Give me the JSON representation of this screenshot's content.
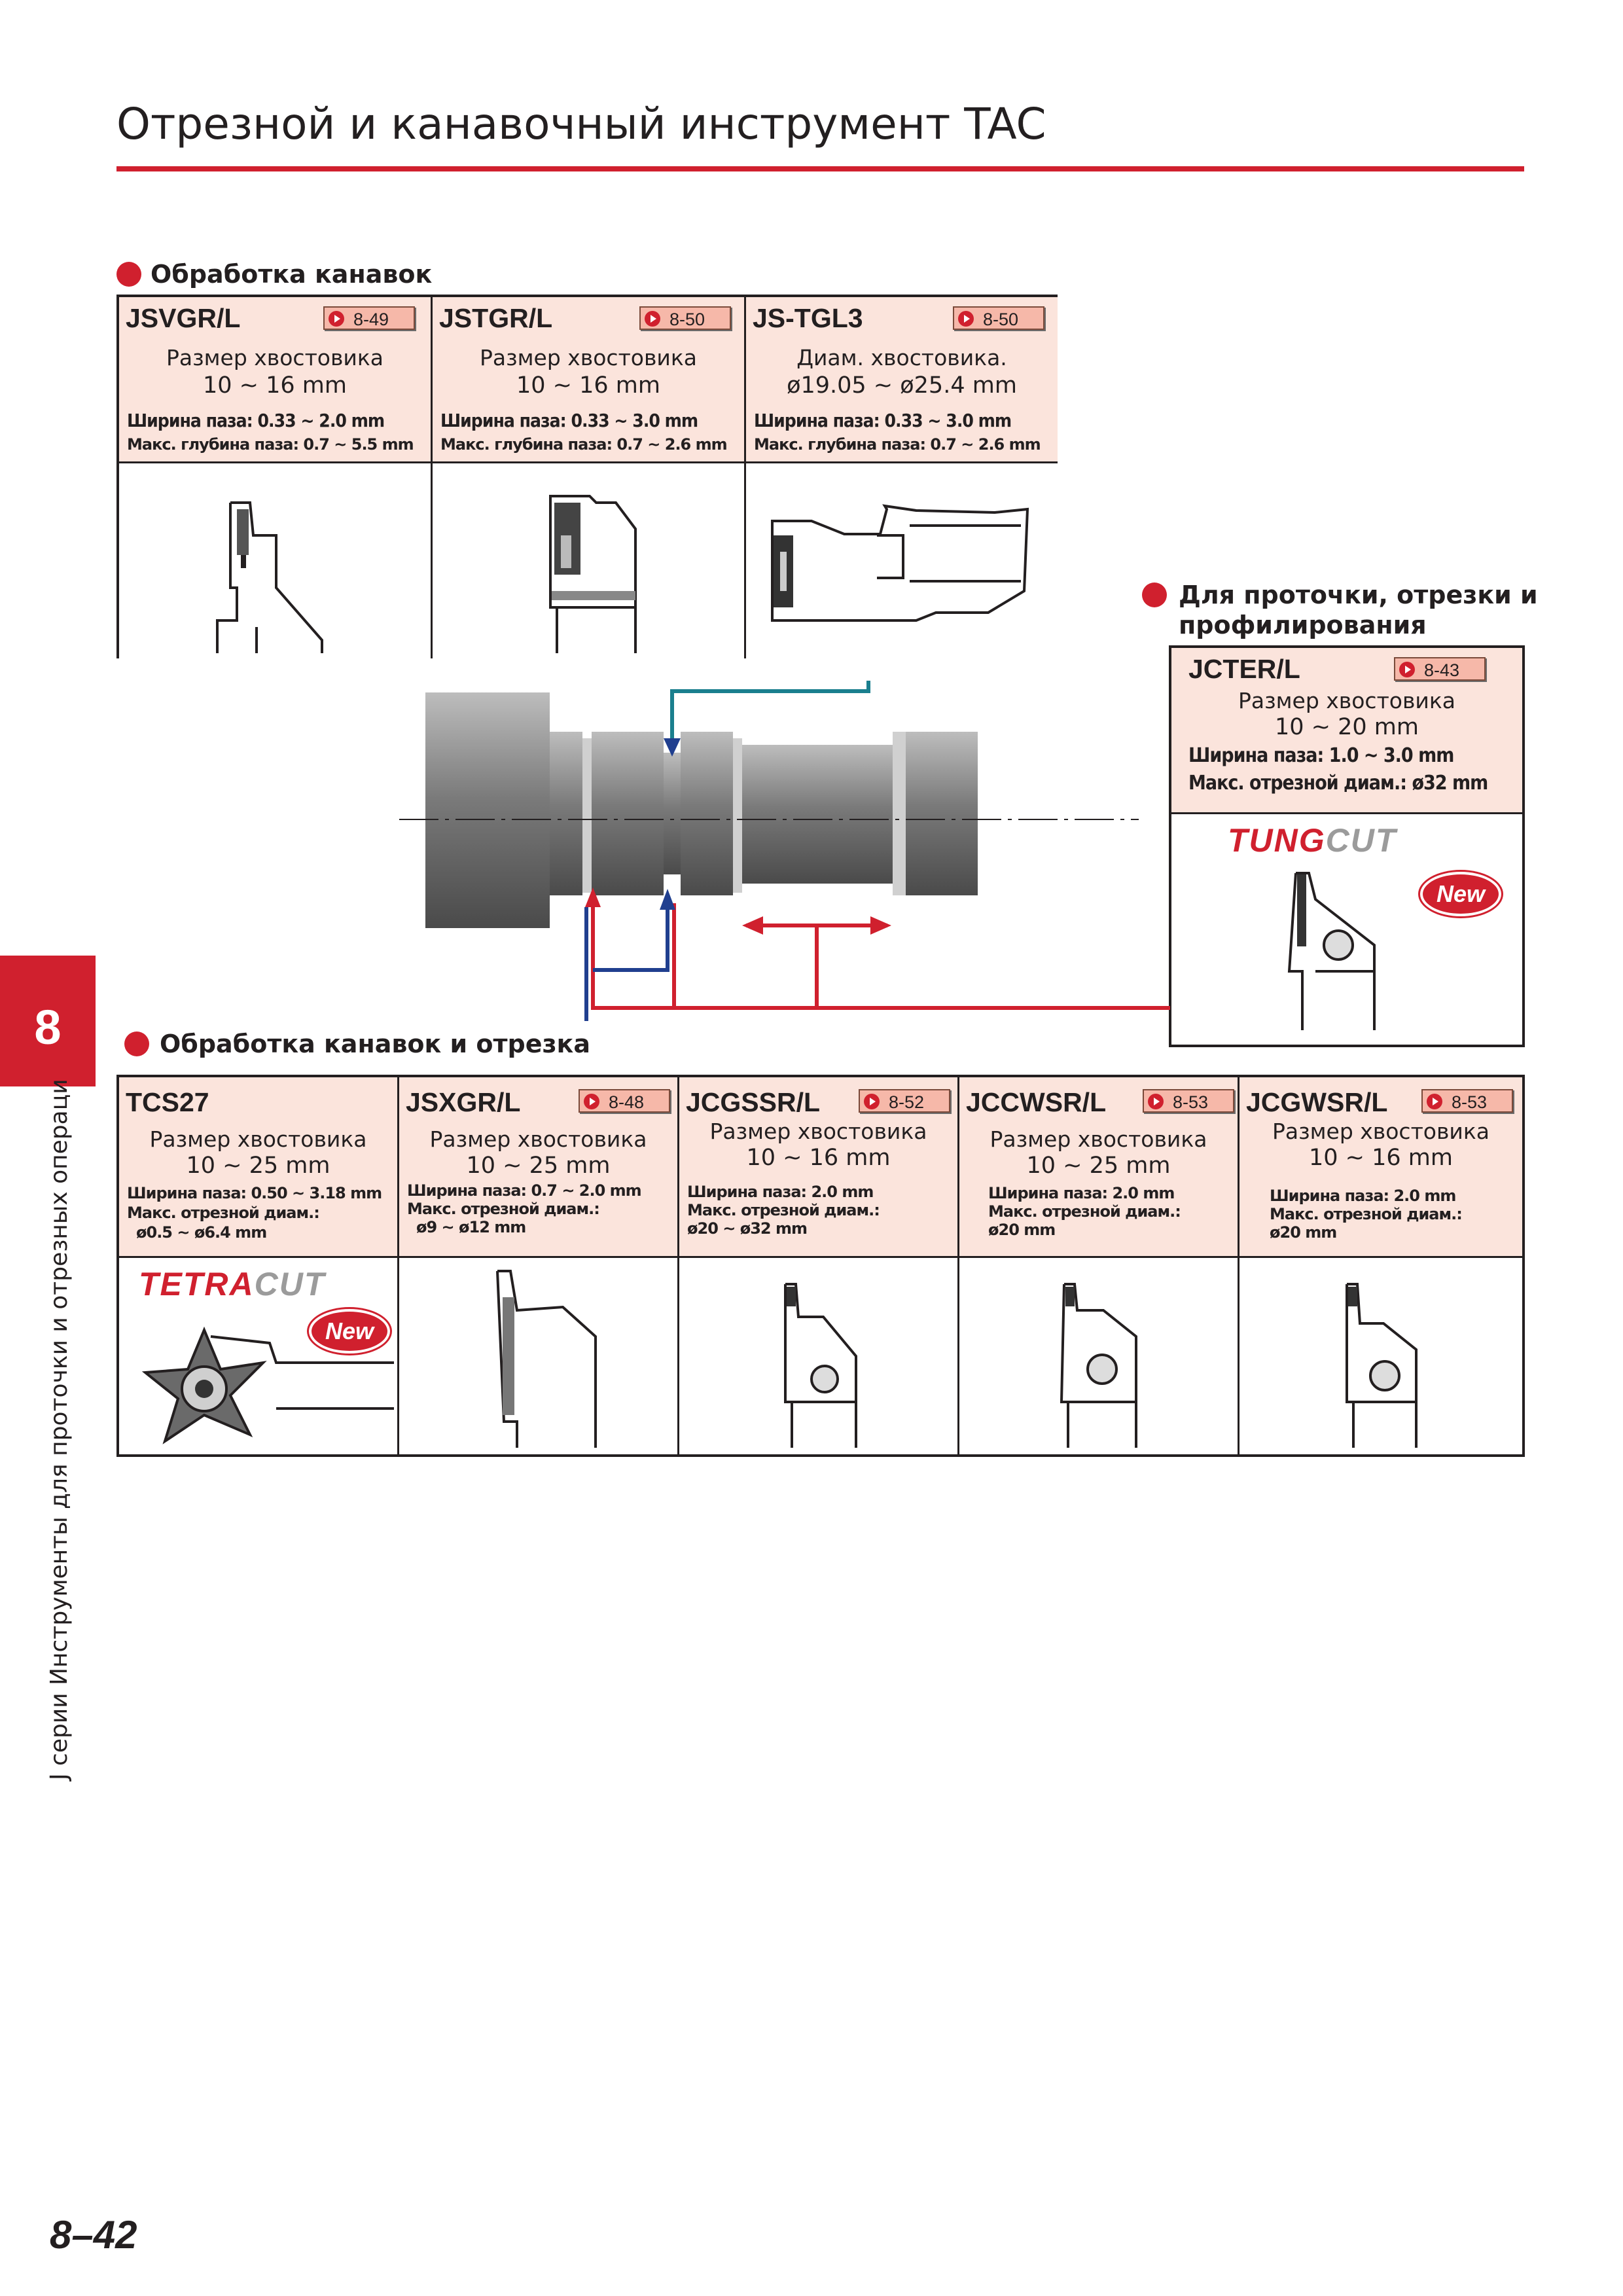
{
  "header": {
    "title": "Отрезной и канавочный инструмент TAC"
  },
  "sections": {
    "grooving": "Обработка канавок",
    "turning": "Для проточки, отрезки и",
    "turning_2": "профилирования",
    "grooving_cutoff": "Обработка канавок и отрезка"
  },
  "top_cards": [
    {
      "code": "JSVGR/L",
      "page": "8-49",
      "label": "Размер хвостовика",
      "value": "10 ~ 16 mm",
      "spec1": "Ширина паза: 0.33 ~ 2.0 mm",
      "spec2": "Макс. глубина паза: 0.7 ~ 5.5 mm"
    },
    {
      "code": "JSTGR/L",
      "page": "8-50",
      "label": "Размер хвостовика",
      "value": "10 ~ 16 mm",
      "spec1": "Ширина паза: 0.33 ~ 3.0 mm",
      "spec2": "Макс. глубина паза: 0.7 ~ 2.6 mm"
    },
    {
      "code": "JS-TGL3",
      "page": "8-50",
      "label": "Диам. хвостовика.",
      "value": "ø19.05 ~ ø25.4 mm",
      "spec1": "Ширина паза: 0.33 ~ 3.0 mm",
      "spec2": "Макс. глубина паза: 0.7 ~ 2.6 mm"
    }
  ],
  "right_card": {
    "code": "JCTER/L",
    "page": "8-43",
    "label": "Размер хвостовика",
    "value": "10 ~ 20 mm",
    "spec1": "Ширина паза: 1.0 ~ 3.0 mm",
    "spec2": "Макс. отрезной диам.: ø32 mm",
    "brand_a": "TUNG",
    "brand_b": "CUT",
    "badge": "New"
  },
  "bottom_cards": [
    {
      "code": "TCS27",
      "page": "",
      "label": "Размер хвостовика",
      "value": "10 ~ 25 mm",
      "spec1": "Ширина паза: 0.50 ~ 3.18 mm",
      "spec2": "Макс. отрезной диам.:",
      "spec3": "ø0.5 ~ ø6.4 mm",
      "brand_a": "TETRA",
      "brand_b": "CUT",
      "badge": "New"
    },
    {
      "code": "JSXGR/L",
      "page": "8-48",
      "label": "Размер хвостовика",
      "value": "10 ~ 25 mm",
      "spec1": "Ширина паза: 0.7 ~ 2.0 mm",
      "spec2": "Макс. отрезной диам.:",
      "spec3": "ø9 ~ ø12 mm"
    },
    {
      "code": "JCGSSR/L",
      "page": "8-52",
      "label": "Размер хвостовика",
      "value": "10 ~ 16 mm",
      "spec1": "Ширина паза: 2.0 mm",
      "spec2": "Макс. отрезной диам.:",
      "spec3": "ø20 ~ ø32 mm"
    },
    {
      "code": "JCCWSR/L",
      "page": "8-53",
      "label": "Размер хвостовика",
      "value": "10 ~ 25 mm",
      "spec1": "Ширина паза: 2.0 mm",
      "spec2": "Макс. отрезной диам.:",
      "spec3": "ø20 mm"
    },
    {
      "code": "JCGWSR/L",
      "page": "8-53",
      "label": "Размер хвостовика",
      "value": "10 ~ 16 mm",
      "spec1": "Ширина паза: 2.0 mm",
      "spec2": "Макс. отрезной диам.:",
      "spec3": "ø20 mm"
    }
  ],
  "side_tab": {
    "number": "8",
    "text": "J серии Инструменты для проточки и отрезных операци"
  },
  "footer": {
    "page_number": "8–42"
  },
  "colors": {
    "accent": "#d0202e",
    "header_fill": "#fbe4dc",
    "teal": "#1a7f8e",
    "navy": "#203f8f"
  }
}
